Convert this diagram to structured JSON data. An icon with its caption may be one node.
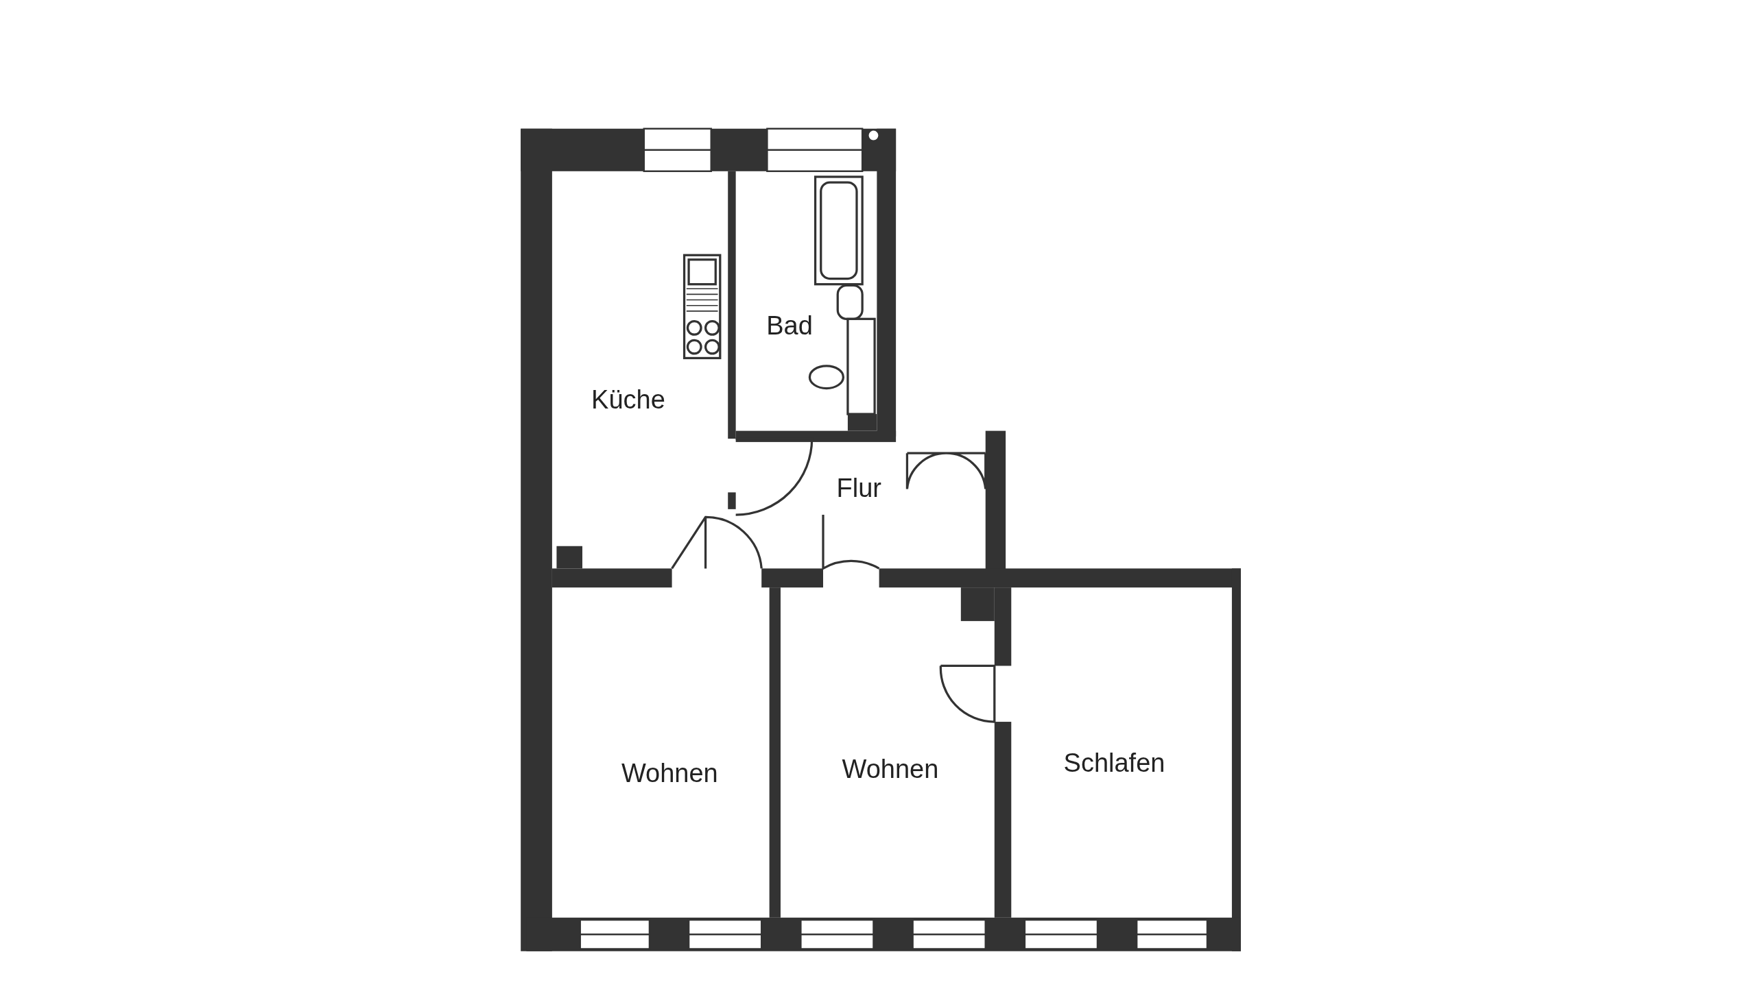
{
  "diagram": {
    "nodes": [
      {
        "text": [
          "Küche"
        ]
      },
      {
        "text": [
          "Bad"
        ]
      },
      {
        "text": [
          "Flur"
        ]
      },
      {
        "text": [
          "Wohnen"
        ]
      },
      {
        "text": [
          "Wohnen"
        ]
      },
      {
        "text": [
          "Schlafen"
        ]
      }
    ]
  }
}
